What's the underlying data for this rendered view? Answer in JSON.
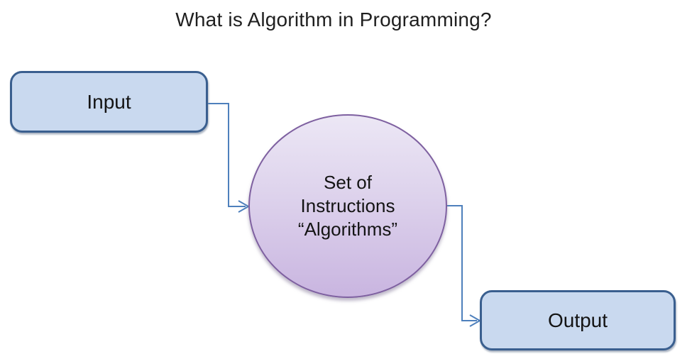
{
  "title": "What is Algorithm in Programming?",
  "nodes": {
    "input": {
      "label": "Input"
    },
    "process": {
      "line1": "Set of",
      "line2": "Instructions",
      "line3": "“Algorithms”"
    },
    "output": {
      "label": "Output"
    }
  },
  "colors": {
    "background": "#FFFFFF",
    "title_text": "#1F1F1F",
    "box_fill": "#C9D9EF",
    "box_border": "#3A5F8F",
    "circle_fill_top": "#ECE7F5",
    "circle_fill_bottom": "#C9B5E0",
    "circle_border": "#7E60A0",
    "connector": "#4E80BC",
    "node_text": "#141414"
  }
}
